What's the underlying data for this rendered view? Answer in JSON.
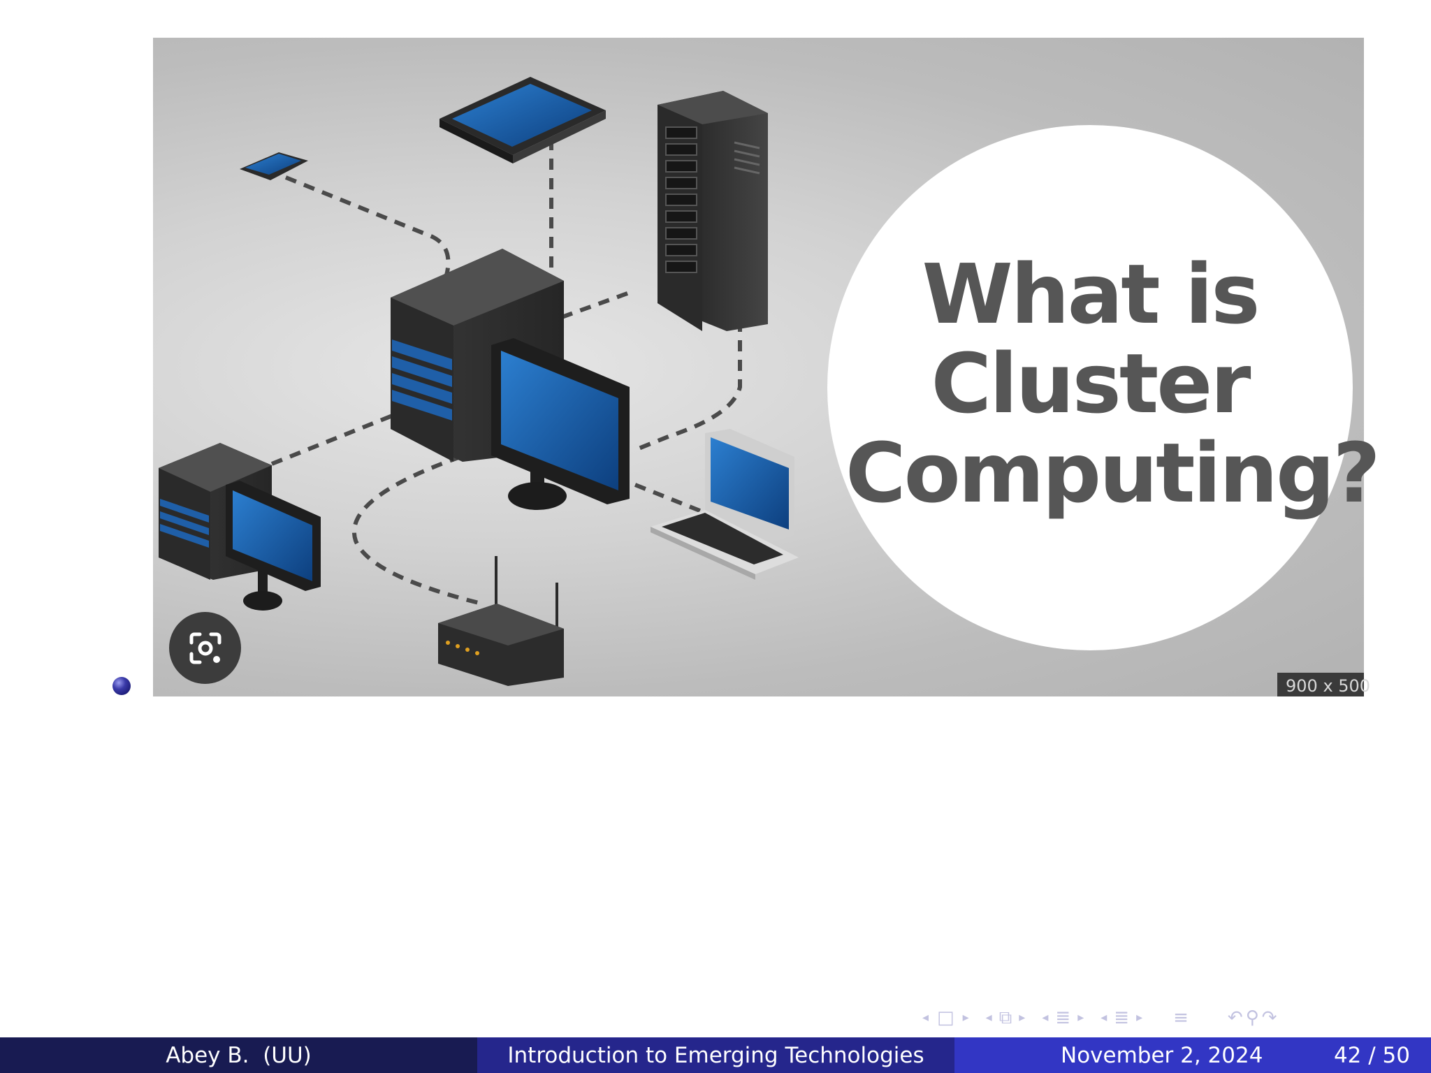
{
  "figure": {
    "headline_lines": [
      "What is",
      "Cluster",
      "Computing?"
    ],
    "size_badge": "900 x 500",
    "lens_icon": "camera-search-icon"
  },
  "navigation": {
    "icons": [
      "arrow-left-icon",
      "frame-icon",
      "arrow-right-icon",
      "arrow-left-icon",
      "subsection-icon",
      "arrow-right-icon",
      "arrow-left-icon",
      "section-icon",
      "arrow-right-icon",
      "arrow-left-icon",
      "section-list-icon",
      "arrow-right-icon",
      "toc-icon",
      "back-icon",
      "search-icon",
      "forward-icon"
    ]
  },
  "footer": {
    "author": "Abey B.  (UU)",
    "title": "Introduction to Emerging Technologies",
    "date": "November 2, 2024",
    "page": "42 / 50"
  },
  "colors": {
    "footer_dark": "#181b52",
    "footer_mid": "#25268c",
    "footer_light": "#3236c4",
    "device_blue": "#1f5fa8",
    "headline_gray": "#565656"
  }
}
